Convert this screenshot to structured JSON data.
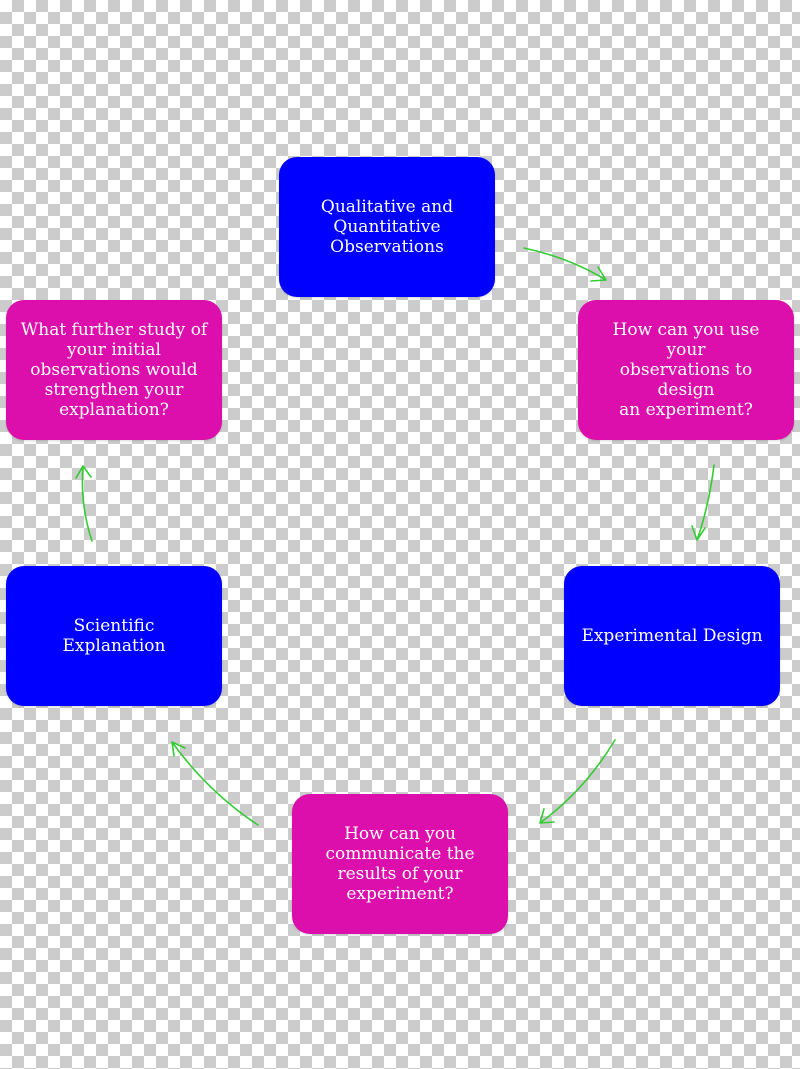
{
  "diagram": {
    "colors": {
      "step_box": "#0000ff",
      "question_box": "#dd0fac",
      "arrow": "#33cc33",
      "text": "#ffffff"
    },
    "nodes": [
      {
        "id": "observations",
        "kind": "step",
        "lines": [
          "Qualitative and",
          "Quantitative",
          "Observations"
        ]
      },
      {
        "id": "q-design",
        "kind": "question",
        "lines": [
          "How can you use your",
          "observations to design",
          "an experiment?"
        ]
      },
      {
        "id": "exp-design",
        "kind": "step",
        "lines": [
          "Experimental Design"
        ]
      },
      {
        "id": "q-communicate",
        "kind": "question",
        "lines": [
          "How can you",
          "communicate the",
          "results of your",
          "experiment?"
        ]
      },
      {
        "id": "sci-explain",
        "kind": "step",
        "lines": [
          "Scientific Explanation"
        ]
      },
      {
        "id": "q-further",
        "kind": "question",
        "lines": [
          "What further study of",
          "your initial",
          "observations would",
          "strengthen your",
          "explanation?"
        ]
      }
    ],
    "edges": [
      {
        "from": "observations",
        "to": "q-design"
      },
      {
        "from": "q-design",
        "to": "exp-design"
      },
      {
        "from": "exp-design",
        "to": "q-communicate"
      },
      {
        "from": "q-communicate",
        "to": "sci-explain"
      },
      {
        "from": "sci-explain",
        "to": "q-further"
      }
    ]
  }
}
